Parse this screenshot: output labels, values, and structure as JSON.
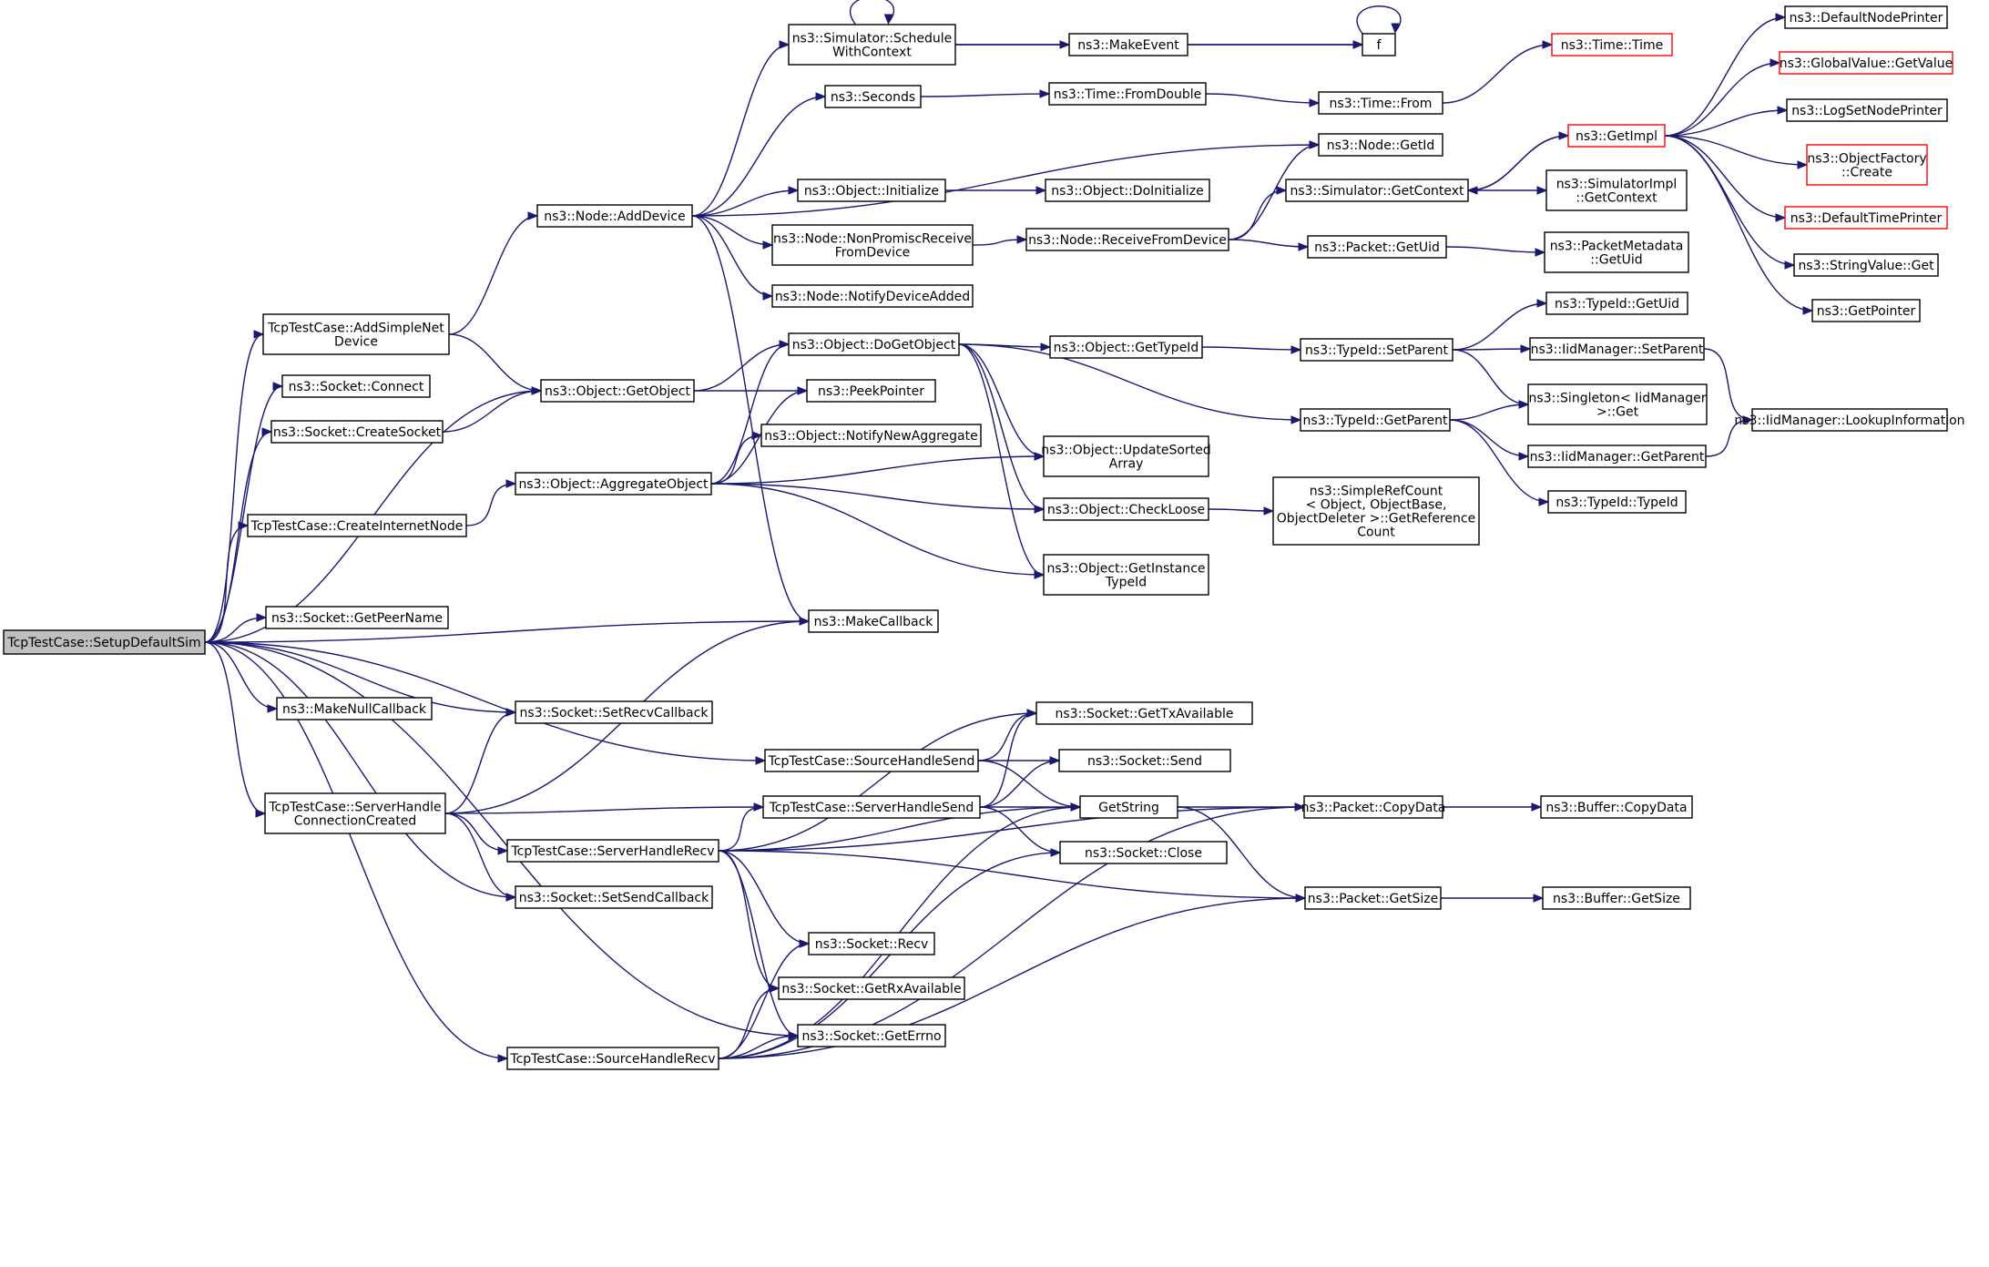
{
  "diagram": {
    "title": "",
    "colors": {
      "edge": "#191970",
      "node_border": "#000000",
      "node_fill": "#ffffff",
      "root_fill": "#bfbfbf",
      "highlight_border": "#ff0000"
    },
    "nodes": [
      {
        "id": "setup",
        "lines": [
          "TcpTestCase::SetupDefaultSim"
        ],
        "style": "root"
      },
      {
        "id": "addsimple",
        "lines": [
          "TcpTestCase::AddSimpleNet",
          "Device"
        ]
      },
      {
        "id": "connect",
        "lines": [
          "ns3::Socket::Connect"
        ]
      },
      {
        "id": "createsocket",
        "lines": [
          "ns3::Socket::CreateSocket"
        ]
      },
      {
        "id": "createinternet",
        "lines": [
          "TcpTestCase::CreateInternetNode"
        ]
      },
      {
        "id": "getpeername",
        "lines": [
          "ns3::Socket::GetPeerName"
        ]
      },
      {
        "id": "makenullcb",
        "lines": [
          "ns3::MakeNullCallback"
        ]
      },
      {
        "id": "serverconn",
        "lines": [
          "TcpTestCase::ServerHandle",
          "ConnectionCreated"
        ]
      },
      {
        "id": "sourcerecv",
        "lines": [
          "TcpTestCase::SourceHandleRecv"
        ]
      },
      {
        "id": "addDevice",
        "lines": [
          "ns3::Node::AddDevice"
        ]
      },
      {
        "id": "getobject",
        "lines": [
          "ns3::Object::GetObject"
        ]
      },
      {
        "id": "aggregate",
        "lines": [
          "ns3::Object::AggregateObject"
        ]
      },
      {
        "id": "setrecvcb",
        "lines": [
          "ns3::Socket::SetRecvCallback"
        ]
      },
      {
        "id": "serverrecv",
        "lines": [
          "TcpTestCase::ServerHandleRecv"
        ]
      },
      {
        "id": "setsendcb",
        "lines": [
          "ns3::Socket::SetSendCallback"
        ]
      },
      {
        "id": "schedctx",
        "lines": [
          "ns3::Simulator::Schedule",
          "WithContext"
        ]
      },
      {
        "id": "seconds",
        "lines": [
          "ns3::Seconds"
        ]
      },
      {
        "id": "objinit",
        "lines": [
          "ns3::Object::Initialize"
        ]
      },
      {
        "id": "nonpromisc",
        "lines": [
          "ns3::Node::NonPromiscReceive",
          "FromDevice"
        ]
      },
      {
        "id": "notifydev",
        "lines": [
          "ns3::Node::NotifyDeviceAdded"
        ]
      },
      {
        "id": "dogetobject",
        "lines": [
          "ns3::Object::DoGetObject"
        ]
      },
      {
        "id": "peekptr",
        "lines": [
          "ns3::PeekPointer"
        ]
      },
      {
        "id": "notifynewagg",
        "lines": [
          "ns3::Object::NotifyNewAggregate"
        ]
      },
      {
        "id": "makecallback",
        "lines": [
          "ns3::MakeCallback"
        ]
      },
      {
        "id": "sourcesend",
        "lines": [
          "TcpTestCase::SourceHandleSend"
        ]
      },
      {
        "id": "serversend",
        "lines": [
          "TcpTestCase::ServerHandleSend"
        ]
      },
      {
        "id": "recv",
        "lines": [
          "ns3::Socket::Recv"
        ]
      },
      {
        "id": "getrxavail",
        "lines": [
          "ns3::Socket::GetRxAvailable"
        ]
      },
      {
        "id": "geterrno",
        "lines": [
          "ns3::Socket::GetErrno"
        ]
      },
      {
        "id": "makeevent",
        "lines": [
          "ns3::MakeEvent"
        ]
      },
      {
        "id": "f",
        "lines": [
          "f"
        ]
      },
      {
        "id": "fromdouble",
        "lines": [
          "ns3::Time::FromDouble"
        ]
      },
      {
        "id": "timefrom",
        "lines": [
          "ns3::Time::From"
        ]
      },
      {
        "id": "timetime",
        "lines": [
          "ns3::Time::Time"
        ],
        "style": "red"
      },
      {
        "id": "nodegetid",
        "lines": [
          "ns3::Node::GetId"
        ]
      },
      {
        "id": "doinit",
        "lines": [
          "ns3::Object::DoInitialize"
        ]
      },
      {
        "id": "recvfromdev",
        "lines": [
          "ns3::Node::ReceiveFromDevice"
        ]
      },
      {
        "id": "simgetctx",
        "lines": [
          "ns3::Simulator::GetContext"
        ]
      },
      {
        "id": "pktgetuid",
        "lines": [
          "ns3::Packet::GetUid"
        ]
      },
      {
        "id": "gettypeid",
        "lines": [
          "ns3::Object::GetTypeId"
        ]
      },
      {
        "id": "updatesorted",
        "lines": [
          "ns3::Object::UpdateSorted",
          "Array"
        ]
      },
      {
        "id": "checkloose",
        "lines": [
          "ns3::Object::CheckLoose"
        ]
      },
      {
        "id": "getinstance",
        "lines": [
          "ns3::Object::GetInstance",
          "TypeId"
        ]
      },
      {
        "id": "gettxavail",
        "lines": [
          "ns3::Socket::GetTxAvailable"
        ]
      },
      {
        "id": "send",
        "lines": [
          "ns3::Socket::Send"
        ]
      },
      {
        "id": "getstring",
        "lines": [
          "GetString"
        ]
      },
      {
        "id": "close",
        "lines": [
          "ns3::Socket::Close"
        ]
      },
      {
        "id": "typeidsetparent",
        "lines": [
          "ns3::TypeId::SetParent"
        ]
      },
      {
        "id": "typeidgetparent",
        "lines": [
          "ns3::TypeId::GetParent"
        ]
      },
      {
        "id": "simplerefcount",
        "lines": [
          "ns3::SimpleRefCount",
          "< Object, ObjectBase,",
          "ObjectDeleter >::GetReference",
          "Count"
        ]
      },
      {
        "id": "pktcopydata",
        "lines": [
          "ns3::Packet::CopyData"
        ]
      },
      {
        "id": "pktgetsize",
        "lines": [
          "ns3::Packet::GetSize"
        ]
      },
      {
        "id": "getimpl",
        "lines": [
          "ns3::GetImpl"
        ],
        "style": "red"
      },
      {
        "id": "simimplctx",
        "lines": [
          "ns3::SimulatorImpl",
          "::GetContext"
        ]
      },
      {
        "id": "pktmetauid",
        "lines": [
          "ns3::PacketMetadata",
          "::GetUid"
        ]
      },
      {
        "id": "typeidgetuid",
        "lines": [
          "ns3::TypeId::GetUid"
        ]
      },
      {
        "id": "iidsetparent",
        "lines": [
          "ns3::IidManager::SetParent"
        ]
      },
      {
        "id": "singleton",
        "lines": [
          "ns3::Singleton< IidManager",
          ">::Get"
        ]
      },
      {
        "id": "iidgetparent",
        "lines": [
          "ns3::IidManager::GetParent"
        ]
      },
      {
        "id": "typeidtypeid",
        "lines": [
          "ns3::TypeId::TypeId"
        ]
      },
      {
        "id": "bufcopydata",
        "lines": [
          "ns3::Buffer::CopyData"
        ]
      },
      {
        "id": "bufgetsize",
        "lines": [
          "ns3::Buffer::GetSize"
        ]
      },
      {
        "id": "defnodeprinter",
        "lines": [
          "ns3::DefaultNodePrinter"
        ]
      },
      {
        "id": "globalvalue",
        "lines": [
          "ns3::GlobalValue::GetValue"
        ],
        "style": "red"
      },
      {
        "id": "logsetnode",
        "lines": [
          "ns3::LogSetNodePrinter"
        ]
      },
      {
        "id": "objfactory",
        "lines": [
          "ns3::ObjectFactory",
          "::Create"
        ],
        "style": "red"
      },
      {
        "id": "deftimeprinter",
        "lines": [
          "ns3::DefaultTimePrinter"
        ],
        "style": "red"
      },
      {
        "id": "stringvalueget",
        "lines": [
          "ns3::StringValue::Get"
        ]
      },
      {
        "id": "getpointer",
        "lines": [
          "ns3::GetPointer"
        ]
      },
      {
        "id": "lookupinfo",
        "lines": [
          "ns3::IidManager::LookupInformation"
        ]
      }
    ],
    "edges": [
      [
        "setup",
        "addsimple"
      ],
      [
        "setup",
        "connect"
      ],
      [
        "setup",
        "createsocket"
      ],
      [
        "setup",
        "getobject"
      ],
      [
        "setup",
        "createinternet"
      ],
      [
        "setup",
        "makecallback"
      ],
      [
        "setup",
        "getpeername"
      ],
      [
        "setup",
        "sourcesend"
      ],
      [
        "setup",
        "makenullcb"
      ],
      [
        "setup",
        "setrecvcb"
      ],
      [
        "setup",
        "serverconn"
      ],
      [
        "setup",
        "setsendcb"
      ],
      [
        "setup",
        "geterrno"
      ],
      [
        "setup",
        "sourcerecv"
      ],
      [
        "addsimple",
        "addDevice"
      ],
      [
        "addsimple",
        "getobject"
      ],
      [
        "createsocket",
        "getobject"
      ],
      [
        "createinternet",
        "aggregate"
      ],
      [
        "addDevice",
        "schedctx"
      ],
      [
        "addDevice",
        "seconds"
      ],
      [
        "addDevice",
        "nodegetid"
      ],
      [
        "addDevice",
        "objinit"
      ],
      [
        "addDevice",
        "nonpromisc"
      ],
      [
        "addDevice",
        "notifydev"
      ],
      [
        "addDevice",
        "makecallback"
      ],
      [
        "getobject",
        "dogetobject"
      ],
      [
        "getobject",
        "peekptr"
      ],
      [
        "aggregate",
        "dogetobject"
      ],
      [
        "aggregate",
        "peekptr"
      ],
      [
        "aggregate",
        "notifynewagg"
      ],
      [
        "aggregate",
        "updatesorted"
      ],
      [
        "aggregate",
        "checkloose"
      ],
      [
        "aggregate",
        "getinstance"
      ],
      [
        "schedctx",
        "schedctx"
      ],
      [
        "schedctx",
        "makeevent"
      ],
      [
        "schedctx",
        "f"
      ],
      [
        "makeevent",
        "f"
      ],
      [
        "f",
        "f"
      ],
      [
        "seconds",
        "fromdouble"
      ],
      [
        "fromdouble",
        "timefrom"
      ],
      [
        "timefrom",
        "timetime"
      ],
      [
        "objinit",
        "doinit"
      ],
      [
        "nonpromisc",
        "recvfromdev"
      ],
      [
        "recvfromdev",
        "nodegetid"
      ],
      [
        "recvfromdev",
        "simgetctx"
      ],
      [
        "recvfromdev",
        "pktgetuid"
      ],
      [
        "simgetctx",
        "getimpl"
      ],
      [
        "simgetctx",
        "simimplctx"
      ],
      [
        "pktgetuid",
        "pktmetauid"
      ],
      [
        "getimpl",
        "defnodeprinter"
      ],
      [
        "getimpl",
        "globalvalue"
      ],
      [
        "getimpl",
        "logsetnode"
      ],
      [
        "getimpl",
        "objfactory"
      ],
      [
        "getimpl",
        "deftimeprinter"
      ],
      [
        "getimpl",
        "stringvalueget"
      ],
      [
        "getimpl",
        "getpointer"
      ],
      [
        "getimpl",
        "simgetctx"
      ],
      [
        "dogetobject",
        "gettypeid"
      ],
      [
        "dogetobject",
        "typeidgetparent"
      ],
      [
        "dogetobject",
        "updatesorted"
      ],
      [
        "dogetobject",
        "checkloose"
      ],
      [
        "dogetobject",
        "getinstance"
      ],
      [
        "gettypeid",
        "typeidsetparent"
      ],
      [
        "typeidsetparent",
        "typeidgetuid"
      ],
      [
        "typeidsetparent",
        "iidsetparent"
      ],
      [
        "typeidsetparent",
        "singleton"
      ],
      [
        "typeidgetparent",
        "singleton"
      ],
      [
        "typeidgetparent",
        "iidgetparent"
      ],
      [
        "typeidgetparent",
        "typeidtypeid"
      ],
      [
        "iidsetparent",
        "lookupinfo"
      ],
      [
        "iidgetparent",
        "lookupinfo"
      ],
      [
        "checkloose",
        "simplerefcount"
      ],
      [
        "serverconn",
        "setrecvcb"
      ],
      [
        "serverconn",
        "makecallback"
      ],
      [
        "serverconn",
        "serversend"
      ],
      [
        "serverconn",
        "serverrecv"
      ],
      [
        "serverconn",
        "setsendcb"
      ],
      [
        "serverrecv",
        "gettxavail"
      ],
      [
        "serverrecv",
        "serversend"
      ],
      [
        "serverrecv",
        "getstring"
      ],
      [
        "serverrecv",
        "pktcopydata"
      ],
      [
        "serverrecv",
        "pktgetsize"
      ],
      [
        "serverrecv",
        "recv"
      ],
      [
        "serverrecv",
        "getrxavail"
      ],
      [
        "serverrecv",
        "geterrno"
      ],
      [
        "sourcesend",
        "gettxavail"
      ],
      [
        "sourcesend",
        "send"
      ],
      [
        "sourcesend",
        "getstring"
      ],
      [
        "serversend",
        "gettxavail"
      ],
      [
        "serversend",
        "send"
      ],
      [
        "serversend",
        "getstring"
      ],
      [
        "serversend",
        "close"
      ],
      [
        "getstring",
        "pktcopydata"
      ],
      [
        "getstring",
        "pktgetsize"
      ],
      [
        "pktcopydata",
        "bufcopydata"
      ],
      [
        "pktgetsize",
        "bufgetsize"
      ],
      [
        "sourcerecv",
        "recv"
      ],
      [
        "sourcerecv",
        "getrxavail"
      ],
      [
        "sourcerecv",
        "geterrno"
      ],
      [
        "sourcerecv",
        "getstring"
      ],
      [
        "sourcerecv",
        "close"
      ],
      [
        "sourcerecv",
        "pktcopydata"
      ],
      [
        "sourcerecv",
        "pktgetsize"
      ]
    ]
  }
}
